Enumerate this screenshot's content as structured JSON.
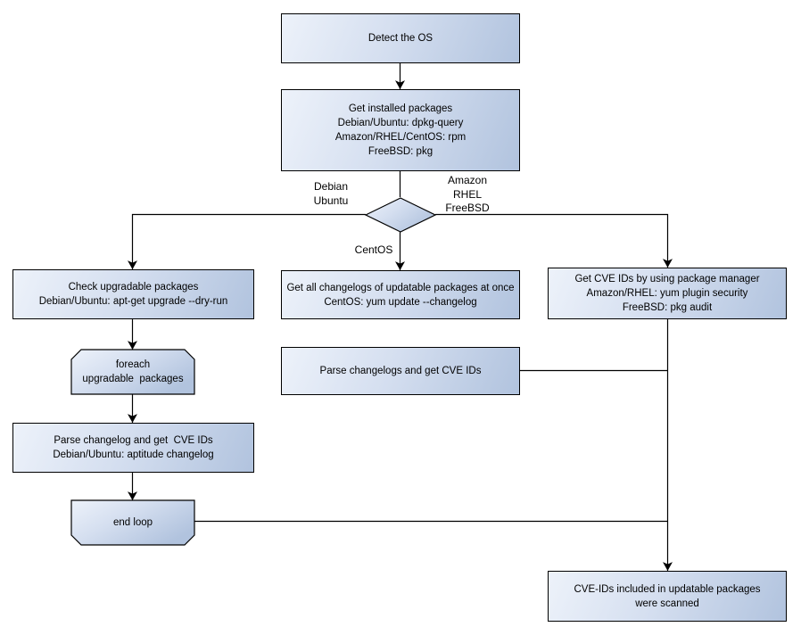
{
  "palette": {
    "node_fill_light": "#edf2fa",
    "node_fill_dark": "#b1c3de",
    "node_border": "#000000",
    "connector": "#000000",
    "text": "#000000",
    "background": "#ffffff"
  },
  "nodes": {
    "detect_os": {
      "lines": [
        "Detect the OS"
      ]
    },
    "get_installed_packages": {
      "lines": [
        "Get installed packages",
        "Debian/Ubuntu: dpkg-query",
        "Amazon/RHEL/CentOS: rpm",
        "FreeBSD: pkg"
      ]
    },
    "check_upgradable": {
      "lines": [
        "Check upgradable packages",
        "Debian/Ubuntu: apt-get upgrade --dry-run"
      ]
    },
    "foreach_loop": {
      "lines": [
        "foreach",
        "upgradable  packages"
      ]
    },
    "parse_changelog_debian": {
      "lines": [
        "Parse changelog and get  CVE IDs",
        "Debian/Ubuntu: aptitude changelog"
      ]
    },
    "end_loop": {
      "lines": [
        "end loop"
      ]
    },
    "get_changelogs_centos": {
      "lines": [
        "Get all changelogs of updatable packages at once",
        "CentOS: yum update --changelog"
      ]
    },
    "parse_changelogs_centos": {
      "lines": [
        "Parse changelogs and get CVE IDs"
      ]
    },
    "get_cve_package_manager": {
      "lines": [
        "Get CVE IDs by using package manager",
        "Amazon/RHEL: yum plugin security",
        "FreeBSD: pkg audit"
      ]
    },
    "result_scanned": {
      "lines": [
        "CVE-IDs included in updatable packages",
        "were scanned"
      ]
    }
  },
  "edge_labels": {
    "debian_ubuntu": {
      "lines": [
        "Debian",
        "Ubuntu"
      ]
    },
    "amazon_rhel_freebsd": {
      "lines": [
        "Amazon",
        "RHEL",
        "FreeBSD"
      ]
    },
    "centos": {
      "lines": [
        "CentOS"
      ]
    }
  }
}
